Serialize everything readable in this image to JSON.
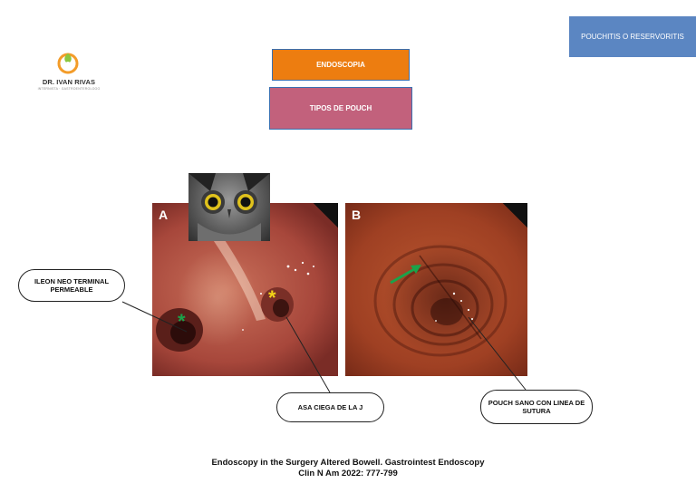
{
  "logo": {
    "name": "DR. IVAN RIVAS",
    "subtitle": "INTERNISTA · GASTROENTEROLOGO",
    "colors": {
      "green": "#8dc63f",
      "orange": "#f39c29"
    }
  },
  "buttons": {
    "endoscopia": {
      "label": "ENDOSCOPIA",
      "color": "#ed7d10"
    },
    "tipos_pouch": {
      "label": "TIPOS DE POUCH",
      "color": "#c2617c"
    },
    "pouchitis": {
      "label": "POUCHITIS O RESERVORITIS",
      "color": "#5b86c2"
    }
  },
  "images": {
    "a": {
      "letter": "A",
      "markers": [
        "*",
        "*"
      ],
      "marker_colors": [
        "#1aa34a",
        "#f2d318"
      ]
    },
    "b": {
      "letter": "B",
      "arrow_color": "#1aa34a"
    },
    "owl": {
      "icon": "owl-face-image"
    }
  },
  "callouts": {
    "ileon": "ILEON NEO TERMINAL PERMEABLE",
    "asa": "ASA CIEGA DE LA J",
    "pouch": "POUCH SANO CON LINEA DE SUTURA"
  },
  "citation": {
    "line1": "Endoscopy in the Surgery Altered  Bowell. Gastrointest  Endoscopy",
    "line2": "Clin N Am  2022: 777-799"
  }
}
